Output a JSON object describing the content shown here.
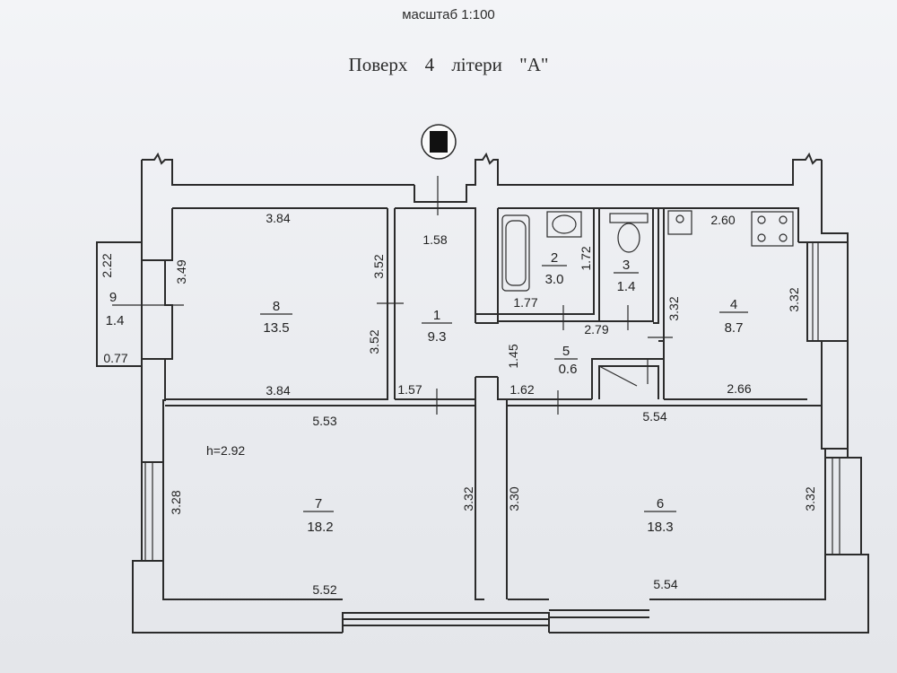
{
  "header": {
    "scale_label": "масштаб 1:100",
    "floor_title": "Поверх    4    літери    \"А\""
  },
  "plan": {
    "height_note": "h=2.92",
    "rooms": [
      {
        "id": "1",
        "number": "1",
        "area": "9.3"
      },
      {
        "id": "2",
        "number": "2",
        "area": "3.0"
      },
      {
        "id": "3",
        "number": "3",
        "area": "1.4"
      },
      {
        "id": "4",
        "number": "4",
        "area": "8.7"
      },
      {
        "id": "5",
        "number": "5",
        "area": "0.6"
      },
      {
        "id": "6",
        "number": "6",
        "area": "18.3"
      },
      {
        "id": "7",
        "number": "7",
        "area": "18.2"
      },
      {
        "id": "8",
        "number": "8",
        "area": "13.5"
      },
      {
        "id": "9",
        "number": "9",
        "area": "1.4"
      }
    ],
    "dimensions": [
      "3.84",
      "1.58",
      "2.60",
      "2.22",
      "3.49",
      "3.52",
      "1.72",
      "3.32",
      "3.32",
      "1.77",
      "3.52",
      "2.79",
      "1.45",
      "0.77",
      "3.84",
      "1.57",
      "1.62",
      "2.66",
      "5.53",
      "5.54",
      "3.28",
      "3.32",
      "3.30",
      "3.32",
      "5.52",
      "5.54"
    ]
  }
}
